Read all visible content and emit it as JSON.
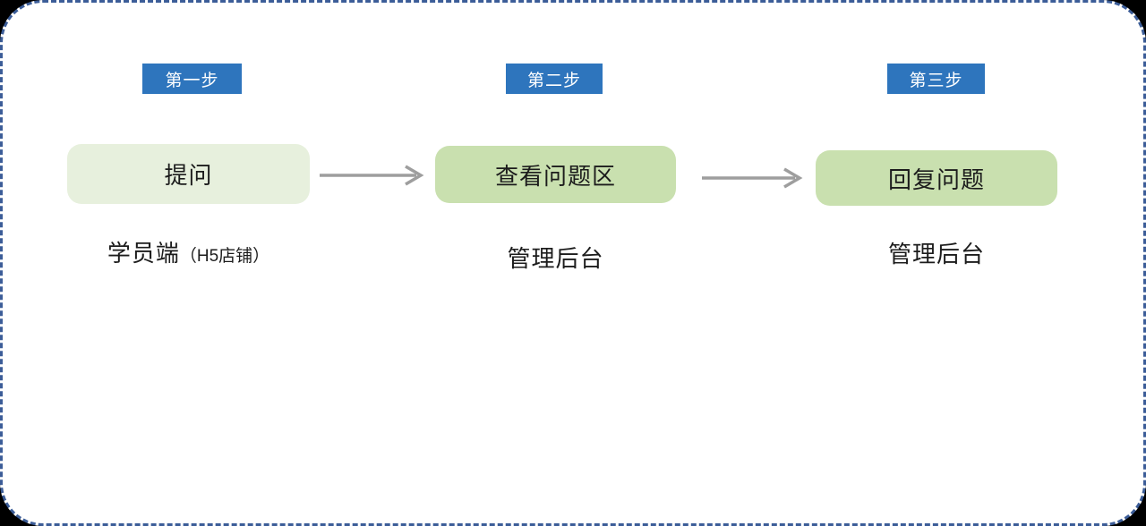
{
  "panel": {
    "page_background": "#000000",
    "panel_background": "#ffffff",
    "border_color": "#3c5d98",
    "border_style": "dashed"
  },
  "colors": {
    "badge_bg": "#2e75bd",
    "badge_text": "#ffffff",
    "box_light_green": "#e7f0dd",
    "box_green": "#c9e0af",
    "arrow": "#9e9e9e",
    "text": "#1c1c1c"
  },
  "steps": [
    {
      "badge_label": "第一步",
      "box_label": "提问",
      "caption_main": "学员端",
      "caption_sub": "（H5店铺）"
    },
    {
      "badge_label": "第二步",
      "box_label": "查看问题区",
      "caption_main": "管理后台",
      "caption_sub": ""
    },
    {
      "badge_label": "第三步",
      "box_label": "回复问题",
      "caption_main": "管理后台",
      "caption_sub": ""
    }
  ]
}
